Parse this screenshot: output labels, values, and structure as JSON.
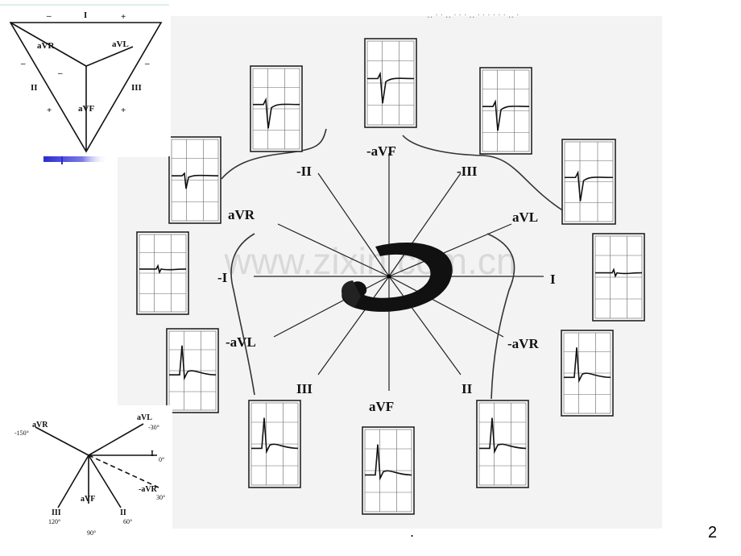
{
  "colors": {
    "background": "#ffffff",
    "photo_bg": "#f2f2f2",
    "ink": "#111111",
    "grid": "#444444",
    "accent_bar": "#3333cc"
  },
  "triangle": {
    "labels": {
      "I": "I",
      "aVR": "aVR",
      "aVL": "aVL",
      "aVF": "aVF",
      "II": "II",
      "III": "III"
    },
    "signs": {
      "top_left": "–",
      "top_right": "+",
      "left_upper": "–",
      "left_mid": "–",
      "left_lower": "+",
      "right_upper": "–",
      "right_lower": "+"
    }
  },
  "hexaxial": {
    "aVR": "aVR",
    "aVR_deg": "-150°",
    "aVL": "aVL",
    "aVL_deg": "-30°",
    "I": "I",
    "I_deg": "0°",
    "negAVR": "-aVR",
    "negAVR_deg": "30°",
    "II": "II",
    "II_deg": "60°",
    "aVF": "aVF",
    "aVF_deg": "90°",
    "III": "III",
    "III_deg": "120°"
  },
  "main": {
    "watermark": "www.zixin.com.cn",
    "spokes": {
      "negAVF": "-aVF",
      "negII": "-II",
      "negIII": "-III",
      "aVR": "aVR",
      "aVL": "aVL",
      "negI": "-I",
      "I": "I",
      "negAVL": "-aVL",
      "negAVR": "-aVR",
      "III": "III",
      "aVF": "aVF",
      "II": "II"
    }
  },
  "footer": {
    "dot": ".",
    "page_number": "2"
  }
}
